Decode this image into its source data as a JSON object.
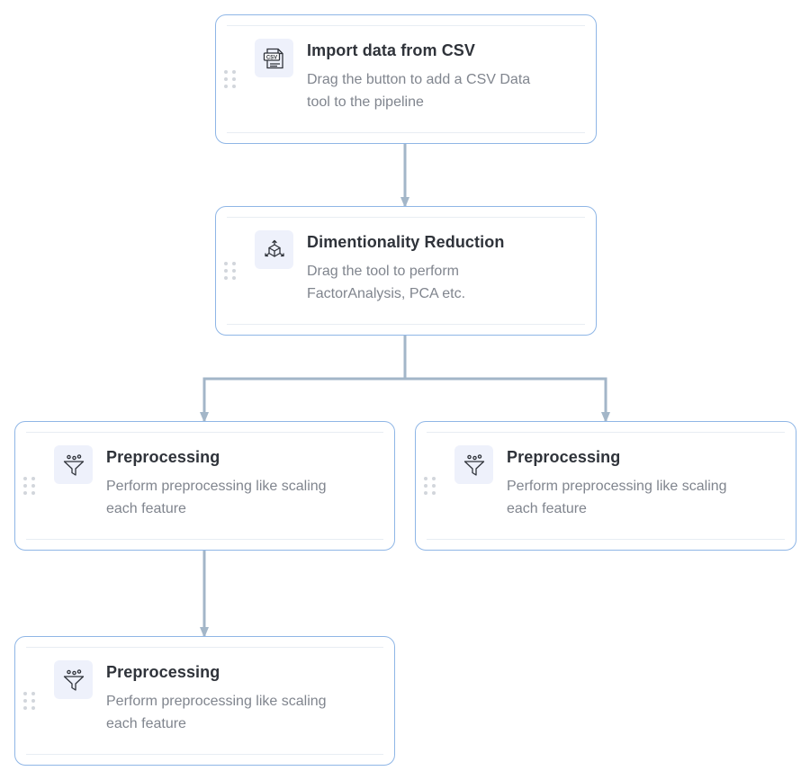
{
  "nodes": [
    {
      "id": "import-csv",
      "icon": "csv-file-icon",
      "icon_text": "CSV",
      "title": "Import data from CSV",
      "description": "Drag the button to add a CSV Data tool to the pipeline"
    },
    {
      "id": "dim-reduction",
      "icon": "dimensionality-reduction-icon",
      "title": "Dimentionality Reduction",
      "description": "Drag the tool to perform FactorAnalysis, PCA etc."
    },
    {
      "id": "preprocessing-1",
      "icon": "funnel-filter-icon",
      "title": "Preprocessing",
      "description": "Perform preprocessing like scaling each feature"
    },
    {
      "id": "preprocessing-2",
      "icon": "funnel-filter-icon",
      "title": "Preprocessing",
      "description": "Perform preprocessing like scaling each feature"
    },
    {
      "id": "preprocessing-3",
      "icon": "funnel-filter-icon",
      "title": "Preprocessing",
      "description": "Perform preprocessing like scaling each feature"
    }
  ],
  "edges": [
    {
      "from": "import-csv",
      "to": "dim-reduction"
    },
    {
      "from": "dim-reduction",
      "to": "preprocessing-1"
    },
    {
      "from": "dim-reduction",
      "to": "preprocessing-2"
    },
    {
      "from": "preprocessing-1",
      "to": "preprocessing-3"
    }
  ],
  "colors": {
    "node_border": "#8fb6e6",
    "connector": "#a3b6c8",
    "icon_background": "#eef1fb",
    "title_text": "#2f333a",
    "description_text": "#80858e",
    "drag_handle": "#d2d6dc"
  }
}
